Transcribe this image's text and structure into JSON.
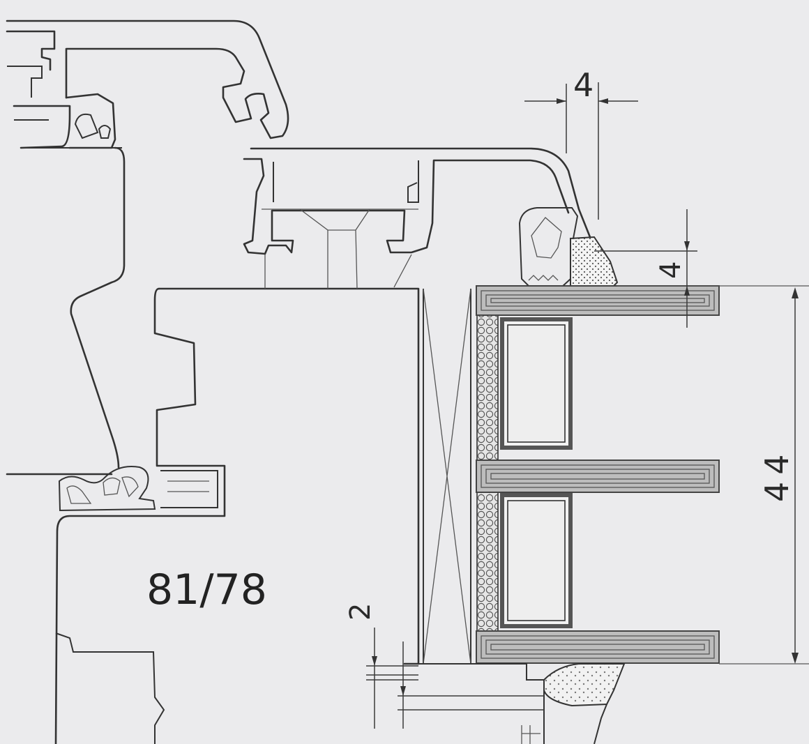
{
  "drawing": {
    "profile_label": "81/78",
    "dimensions": {
      "top_gap": "4",
      "seal_gap": "4",
      "glazing_thickness": "44",
      "bottom_gap": "2"
    },
    "colors": {
      "background": "#ebebed",
      "line": "#333333",
      "gray_fill": "#bdbdbd",
      "dark_strip": "#7a7a7a"
    }
  }
}
